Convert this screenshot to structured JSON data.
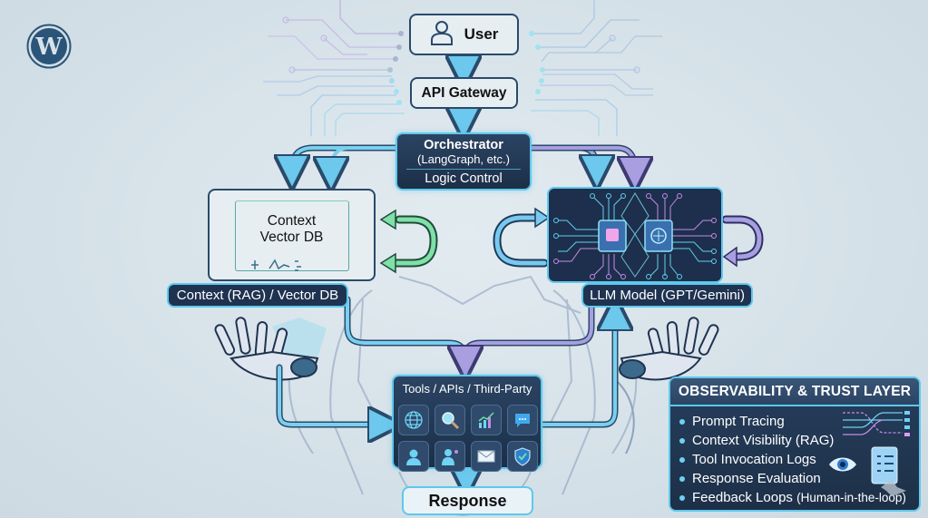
{
  "logo": {
    "icon": "wordpress-logo-icon",
    "color": "#2a5578"
  },
  "nodes": {
    "user": {
      "label": "User",
      "icon": "user-icon"
    },
    "gateway": {
      "label": "API Gateway"
    },
    "orchestrator": {
      "title": "Orchestrator",
      "subtitle": "(LangGraph, etc.)",
      "footer": "Logic Control"
    },
    "context_box": {
      "line1": "Context",
      "line2": "Vector DB"
    },
    "context_label": "Context (RAG) / Vector DB",
    "llm_label": "LLM Model (GPT/Gemini)",
    "tools": {
      "title": "Tools / APIs / Third-Party",
      "icons": [
        "globe-icon",
        "search-icon",
        "chart-icon",
        "chat-icon",
        "support-agent-icon",
        "person-icon",
        "mail-icon",
        "shield-check-icon"
      ]
    },
    "response": {
      "label": "Response"
    }
  },
  "observability": {
    "title": "OBSERVABILITY & TRUST LAYER",
    "items": [
      "Prompt Tracing",
      "Context Visibility (RAG)",
      "Tool Invocation Logs",
      "Response Evaluation",
      "Feedback Loops"
    ],
    "last_item_suffix": "(Human-in-the-loop)"
  },
  "colors": {
    "accent_cyan": "#5ec8ec",
    "accent_purple": "#9b8ed6",
    "navy": "#1f3350",
    "green": "#6fd6a0"
  }
}
